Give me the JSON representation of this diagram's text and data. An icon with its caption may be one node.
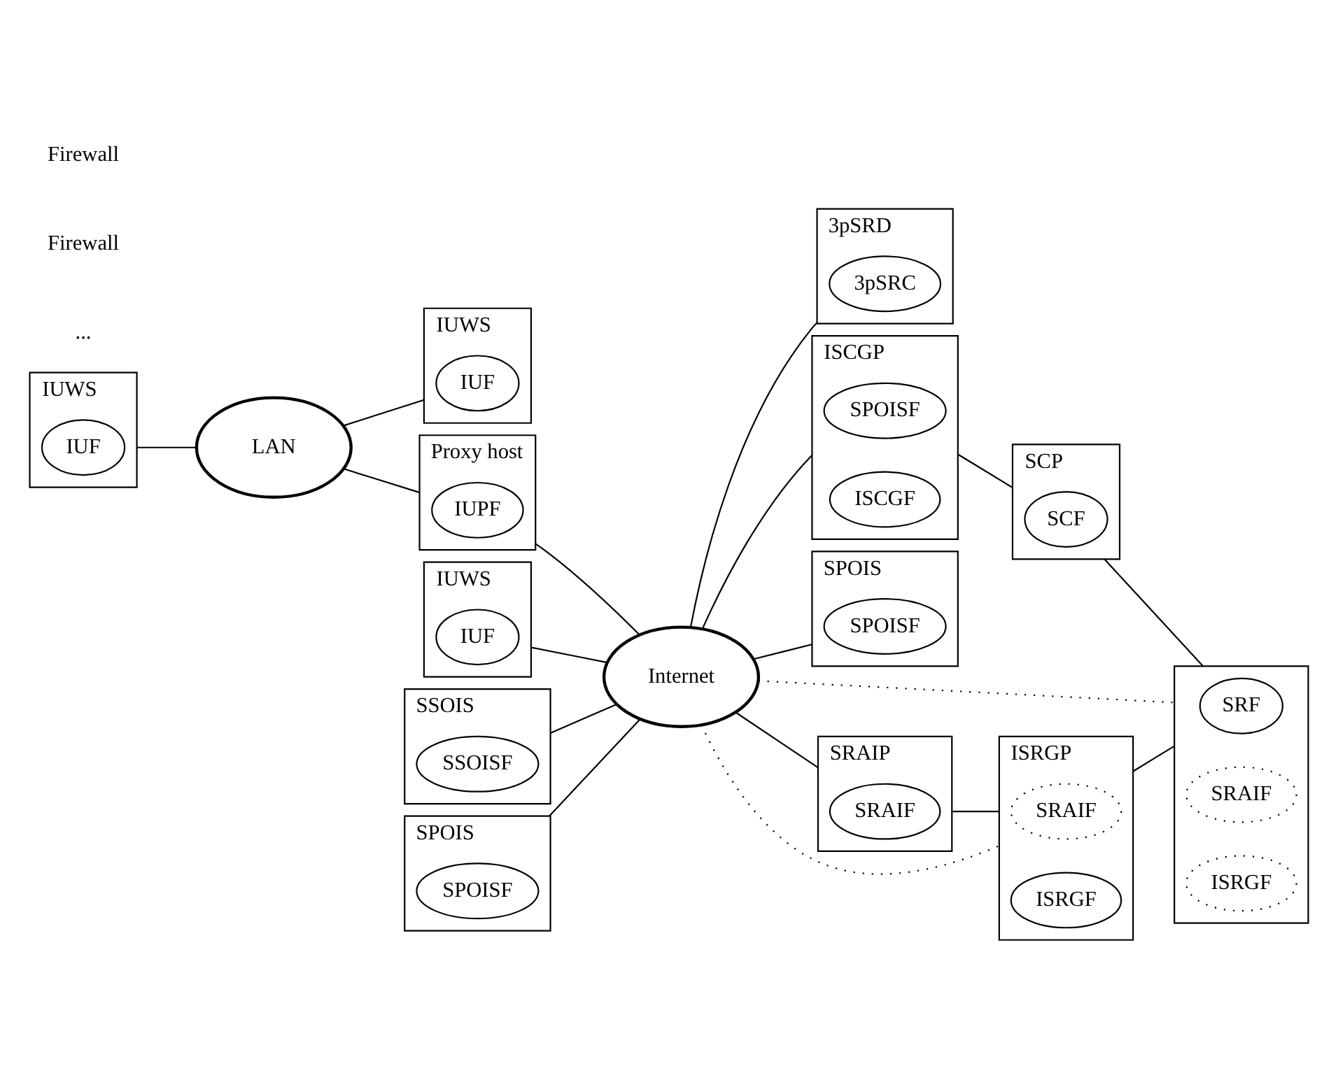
{
  "diagram": {
    "nodes": [
      {
        "text": [
          "IUWS"
        ]
      },
      {
        "text": [
          "IUF"
        ],
        "in": 0
      },
      {
        "text": [
          "IUWS"
        ]
      },
      {
        "text": [
          "IUF"
        ],
        "in": 2
      },
      {
        "text": [
          "3pSRD"
        ]
      },
      {
        "text": [
          "3pSRC"
        ],
        "in": 4
      },
      {
        "text": [
          "LAN"
        ]
      },
      {
        "text": [
          "Proxy host"
        ]
      },
      {
        "text": [
          "IUPF"
        ],
        "in": 7
      },
      {
        "text": [
          "Internet"
        ]
      },
      {
        "text": [
          "ISCGP"
        ]
      },
      {
        "text": [
          "SPOISF"
        ],
        "in": 10
      },
      {
        "text": [
          "ISCGF"
        ],
        "in": 10
      },
      {
        "text": [
          "SCP"
        ]
      },
      {
        "text": [
          "SCF"
        ],
        "in": 13
      },
      {
        "text": [
          "IUWS"
        ]
      },
      {
        "text": [
          "IUF"
        ],
        "in": 15
      },
      {
        "text": [
          "SPOIS"
        ]
      },
      {
        "text": [
          "SPOISF"
        ],
        "in": 17
      },
      {
        "text": [
          "SSOIS"
        ]
      },
      {
        "text": [
          "SSOISF"
        ],
        "in": 19
      },
      {
        "text": [],
        "shape": "box"
      },
      {
        "text": [
          "SRF"
        ],
        "in": 21
      },
      {
        "text": [
          "SRAIF"
        ],
        "in": 21
      },
      {
        "text": [
          "ISRGF"
        ],
        "in": 21
      },
      {
        "text": [
          "SPOIS"
        ]
      },
      {
        "text": [
          "SPOISF"
        ],
        "in": 25
      },
      {
        "text": [
          "SRAIP"
        ]
      },
      {
        "text": [
          "SRAIF"
        ],
        "in": 27
      },
      {
        "text": [
          "ISRGP"
        ]
      },
      {
        "text": [
          "SRAIF"
        ],
        "in": 29
      },
      {
        "text": [
          "ISRGF"
        ],
        "in": 29
      }
    ],
    "edges": [
      {
        "from": 0,
        "to": 6,
        "arrow": "none"
      },
      {
        "from": 6,
        "to": 2,
        "arrow": "none"
      },
      {
        "from": 6,
        "to": 7,
        "arrow": "none"
      },
      {
        "from": 7,
        "to": 9,
        "arrow": "none"
      },
      {
        "from": 9,
        "to": 4,
        "arrow": "none"
      },
      {
        "from": 9,
        "to": 10,
        "arrow": "none"
      },
      {
        "from": 10,
        "to": 13,
        "arrow": "none"
      },
      {
        "from": 13,
        "to": 21,
        "arrow": "none"
      },
      {
        "from": 9,
        "to": 17,
        "arrow": "none"
      },
      {
        "from": 15,
        "to": 9,
        "arrow": "none"
      },
      {
        "from": 19,
        "to": 9,
        "arrow": "none"
      },
      {
        "from": 25,
        "to": 9,
        "arrow": "none"
      },
      {
        "from": 9,
        "to": 27,
        "arrow": "none"
      },
      {
        "from": 27,
        "to": 29,
        "arrow": "none"
      },
      {
        "from": 29,
        "to": 21,
        "arrow": "none"
      },
      {
        "from": 9,
        "to": 21,
        "arrow": "none",
        "style": "dashed"
      },
      {
        "from": 9,
        "to": 29,
        "arrow": "none",
        "style": "dashed"
      }
    ],
    "labels": [
      "...",
      "Firewall",
      "Firewall"
    ]
  }
}
